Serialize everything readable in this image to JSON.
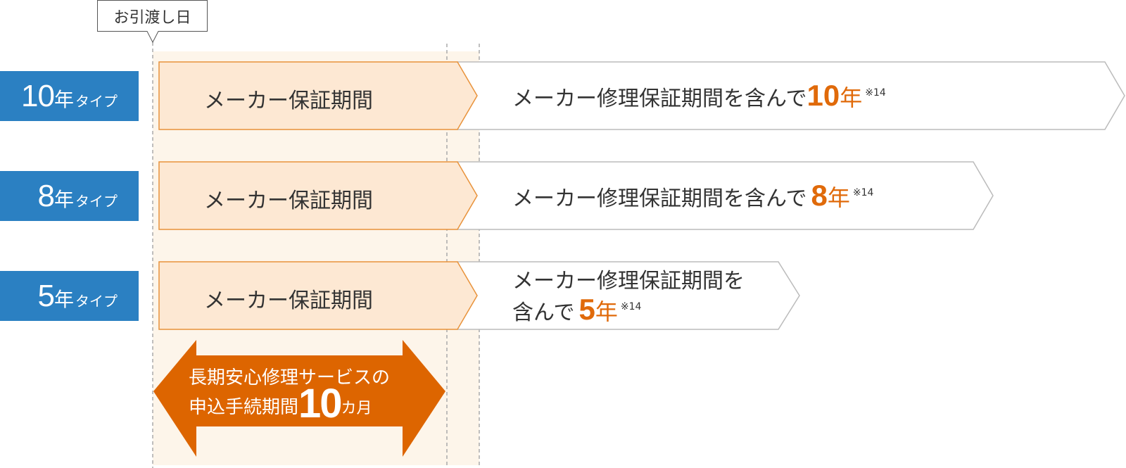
{
  "callout": {
    "label": "お引渡し日"
  },
  "colors": {
    "type_label_bg": "#2B80C2",
    "maker_fill": "#FDE8D3",
    "maker_border": "#E8923A",
    "band_bg": "#FDF5EA",
    "repair_border": "#BBBBBB",
    "accent_orange": "#E06A0A",
    "double_arrow": "#DD6500"
  },
  "rows": [
    {
      "type_num": "10",
      "type_nen": "年",
      "type_suffix": "タイプ",
      "maker_label": "メーカー保証期間",
      "repair_prefix": "メーカー修理保証期間を含んで",
      "repair_prefix_line2": "",
      "repair_years": "10",
      "repair_unit": "年",
      "note": "※14"
    },
    {
      "type_num": "8",
      "type_nen": "年",
      "type_suffix": "タイプ",
      "maker_label": "メーカー保証期間",
      "repair_prefix": "メーカー修理保証期間を含んで",
      "repair_prefix_line2": "",
      "repair_years": "8",
      "repair_unit": "年",
      "note": "※14"
    },
    {
      "type_num": "5",
      "type_nen": "年",
      "type_suffix": "タイプ",
      "maker_label": "メーカー保証期間",
      "repair_prefix": "メーカー修理保証期間を",
      "repair_prefix_line2": "含んで",
      "repair_years": "5",
      "repair_unit": "年",
      "note": "※14"
    }
  ],
  "application_period": {
    "line1": "長期安心修理サービスの",
    "line2_text": "申込手続期間",
    "line2_number": "10",
    "line2_unit": "カ月"
  }
}
